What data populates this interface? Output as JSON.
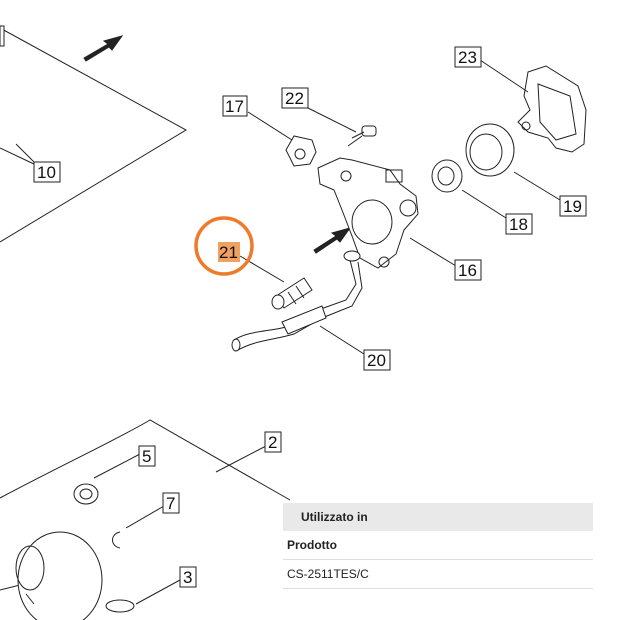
{
  "callouts": {
    "c2": "2",
    "c3": "3",
    "c5": "5",
    "c7": "7",
    "c10": "10",
    "c16": "16",
    "c17": "17",
    "c18": "18",
    "c19": "19",
    "c20": "20",
    "c21": "21",
    "c22": "22",
    "c23": "23"
  },
  "highlight": {
    "label_color": "#f0a060",
    "ring_color": "#ee7a2a"
  },
  "popup": {
    "header": "Utilizzato in",
    "column_label": "Prodotto",
    "product": "CS-2511TES/C"
  }
}
